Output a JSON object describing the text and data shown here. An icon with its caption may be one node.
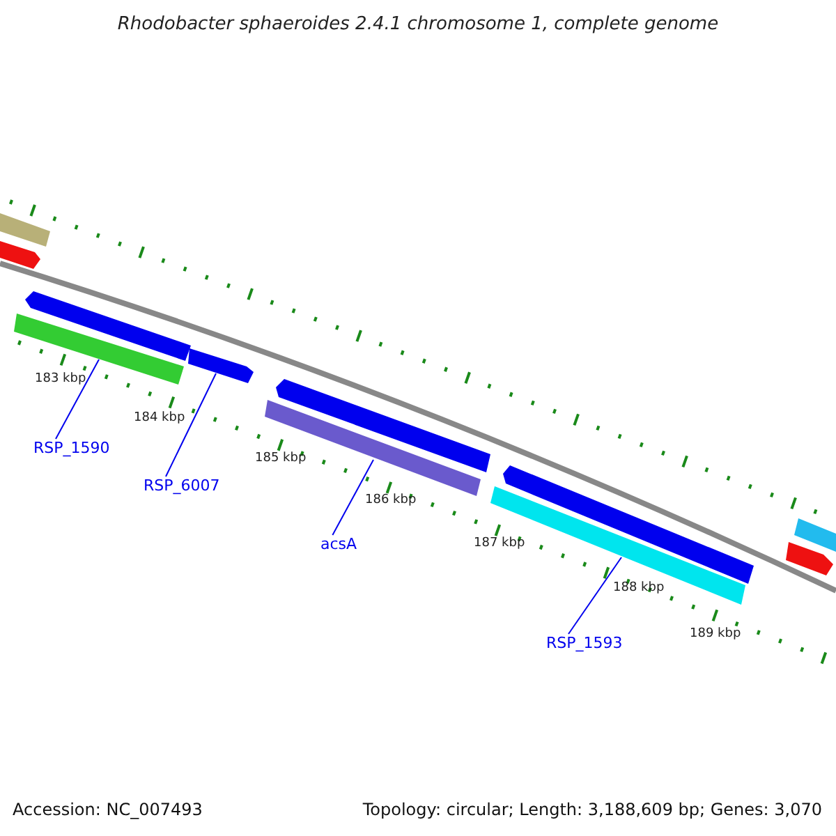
{
  "diagram": {
    "title": "Rhodobacter sphaeroides 2.4.1 chromosome 1, complete genome",
    "nodes": [
      {
        "text": [],
        "shape": "bar"
      },
      {
        "text": [],
        "shape": "bar"
      },
      {
        "text": [],
        "shape": "bar"
      },
      {
        "text": [],
        "shape": "bar"
      },
      {
        "text": [],
        "shape": "bar"
      },
      {
        "text": [],
        "shape": "bar"
      },
      {
        "text": [],
        "shape": "bar"
      },
      {
        "text": [],
        "shape": "bar"
      },
      {
        "text": [],
        "shape": "bar"
      },
      {
        "text": [],
        "shape": "bar"
      },
      {
        "text": [],
        "shape": "bar"
      },
      {
        "text": [
          "RSP_1590"
        ]
      },
      {
        "text": [
          "RSP_6007"
        ]
      },
      {
        "text": [
          "acsA"
        ]
      },
      {
        "text": [
          "RSP_1593"
        ]
      }
    ],
    "edges": [
      {
        "from": 11,
        "to": 3,
        "arrow": "none"
      },
      {
        "from": 12,
        "to": 4,
        "arrow": "none"
      },
      {
        "from": 13,
        "to": 6,
        "arrow": "none"
      },
      {
        "from": 14,
        "to": 8,
        "arrow": "none"
      }
    ],
    "labels": [
      "183 kbp",
      "184 kbp",
      "185 kbp",
      "186 kbp",
      "187 kbp",
      "188 kbp",
      "189 kbp",
      "Accession: NC_007493",
      "Topology: circular; Length: 3,188,609 bp; Genes: 3,070"
    ]
  }
}
